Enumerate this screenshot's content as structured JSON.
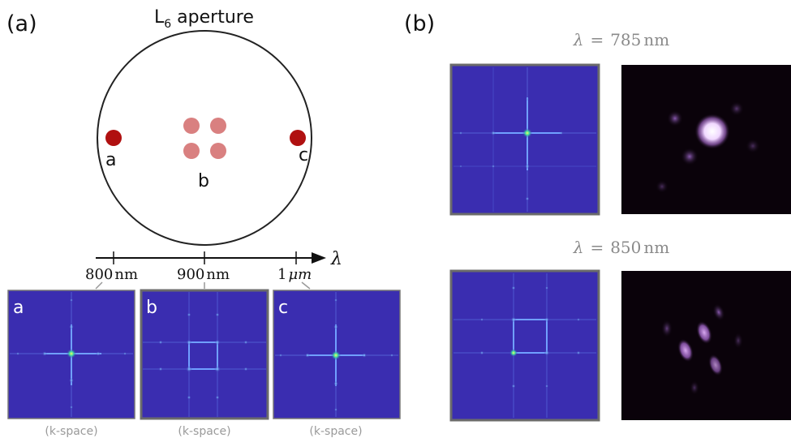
{
  "panel_a": {
    "label": "(a)",
    "aperture_title": "L",
    "aperture_subscript": "6",
    "aperture_title_rest": " aperture",
    "point_a": "a",
    "point_b": "b",
    "point_c": "c",
    "axis_symbol": "λ",
    "ticks": [
      {
        "num": "800",
        "unit": "nm"
      },
      {
        "num": "900",
        "unit": "nm"
      },
      {
        "num": "1",
        "unit": "μm"
      }
    ],
    "thumbnails": [
      {
        "letter": "a",
        "caption": "(k-space)"
      },
      {
        "letter": "b",
        "caption": "(k-space)"
      },
      {
        "letter": "c",
        "caption": "(k-space)"
      }
    ]
  },
  "panel_b": {
    "label": "(b)",
    "rows": [
      {
        "lambda_symbol": "λ",
        "equals": "=",
        "value": "785",
        "unit": "nm"
      },
      {
        "lambda_symbol": "λ",
        "equals": "=",
        "value": "850",
        "unit": "nm"
      }
    ]
  },
  "colors": {
    "kspace_bg": "#3a2db0",
    "frame": "#6b6b6b",
    "dark_red": "#b01010",
    "pink": "#d98080",
    "camera_bg": "#0a020a",
    "spot": "#a070c8"
  }
}
